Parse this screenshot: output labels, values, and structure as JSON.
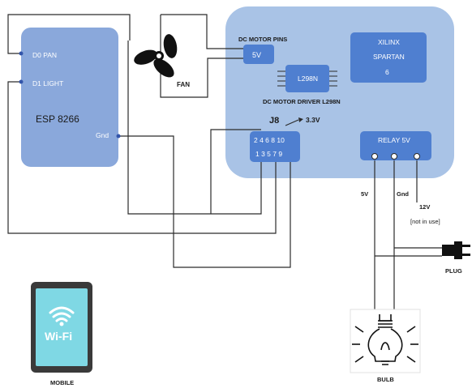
{
  "esp": {
    "title": "ESP 8266",
    "pin_d0": "D0 PAN",
    "pin_d1": "D1 LIGHT",
    "pin_gnd": "Gnd"
  },
  "fan": {
    "label": "FAN"
  },
  "board": {
    "dc_motor_pins_label": "DC MOTOR PINS",
    "dc_motor_pins_value": "5V",
    "driver_chip": "L298N",
    "driver_label": "DC MOTOR DRIVER L298N",
    "fpga_line1": "XILINX",
    "fpga_line2": "SPARTAN",
    "fpga_line3": "6",
    "header_title": "J8",
    "header_top_row": "2 4 6 8 10",
    "header_bottom_row": "1 3 5 7  9",
    "header_voltage": "3.3V",
    "relay_title": "RELAY 5V"
  },
  "relay_pins": {
    "p1": "5V",
    "p2": "Gnd",
    "p3": "12V",
    "p3_note": "[not in use]"
  },
  "plug": {
    "label": "PLUG"
  },
  "bulb": {
    "label": "BULB"
  },
  "mobile": {
    "label": "MOBILE",
    "wifi_text": "Wi-Fi"
  },
  "colors": {
    "board_bg": "#a9c3e6",
    "esp_bg": "#8aa8db",
    "chip_bg": "#4f7fd0",
    "phone_screen": "#7fd8e4",
    "phone_frame": "#3a3a3a"
  }
}
